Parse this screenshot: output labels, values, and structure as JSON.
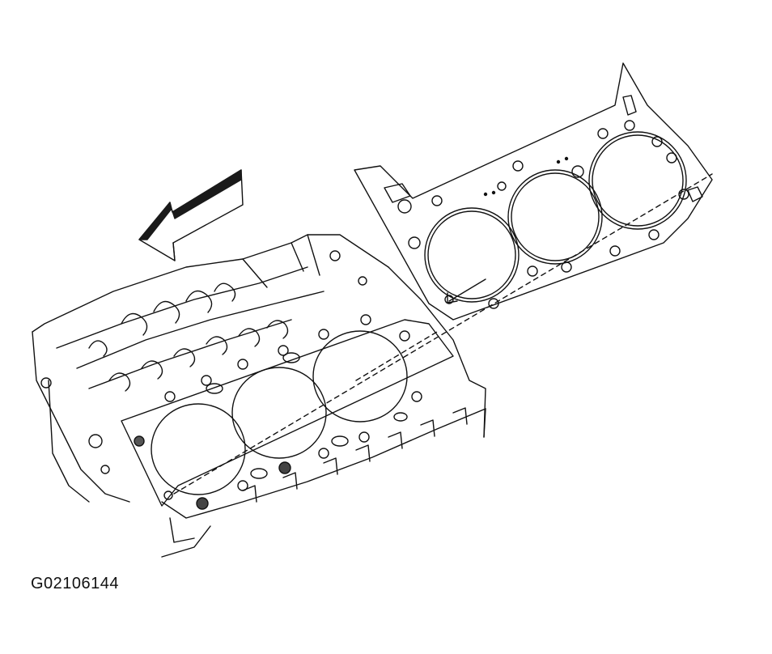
{
  "figure": {
    "caption": "G02106144",
    "icons": {
      "direction_arrow": "arrow-icon",
      "engine_block": "engine-block-illustration",
      "gasket": "head-gasket-illustration"
    },
    "colors": {
      "background": "#ffffff",
      "ink": "#111111",
      "arrow_shadow": "#1a1a1a"
    }
  }
}
